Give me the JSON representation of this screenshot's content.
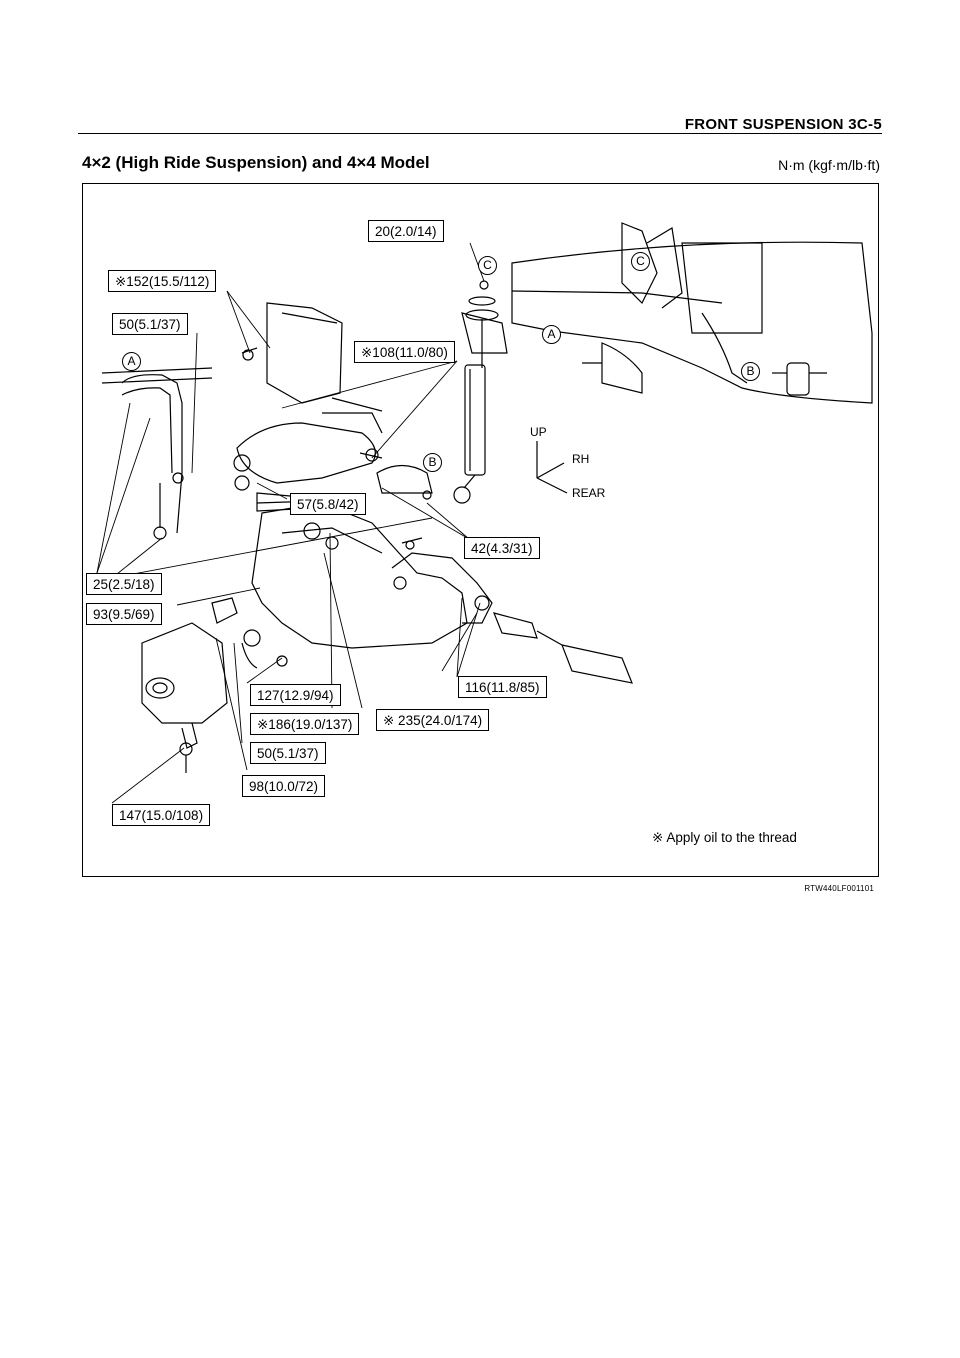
{
  "header": {
    "title": "FRONT SUSPENSION  3C-5"
  },
  "section": {
    "title": "4×2 (High Ride Suspension) and 4×4 Model",
    "units": "N·m (kgf·m/lb·ft)"
  },
  "torque_labels": [
    "20(2.0/14)",
    "※152(15.5/112)",
    "50(5.1/37)",
    "※108(11.0/80)",
    "57(5.8/42)",
    "42(4.3/31)",
    "25(2.5/18)",
    "93(9.5/69)",
    "127(12.9/94)",
    "116(11.8/85)",
    "※186(19.0/137)",
    "※ 235(24.0/174)",
    "50(5.1/37)",
    "98(10.0/72)",
    "147(15.0/108)"
  ],
  "ref_marks": [
    "A",
    "A",
    "B",
    "B",
    "C",
    "C"
  ],
  "axes": {
    "up": "UP",
    "rh": "RH",
    "rear": "REAR"
  },
  "note": "※ Apply oil to the thread",
  "figure_id": "RTW440LF001101"
}
